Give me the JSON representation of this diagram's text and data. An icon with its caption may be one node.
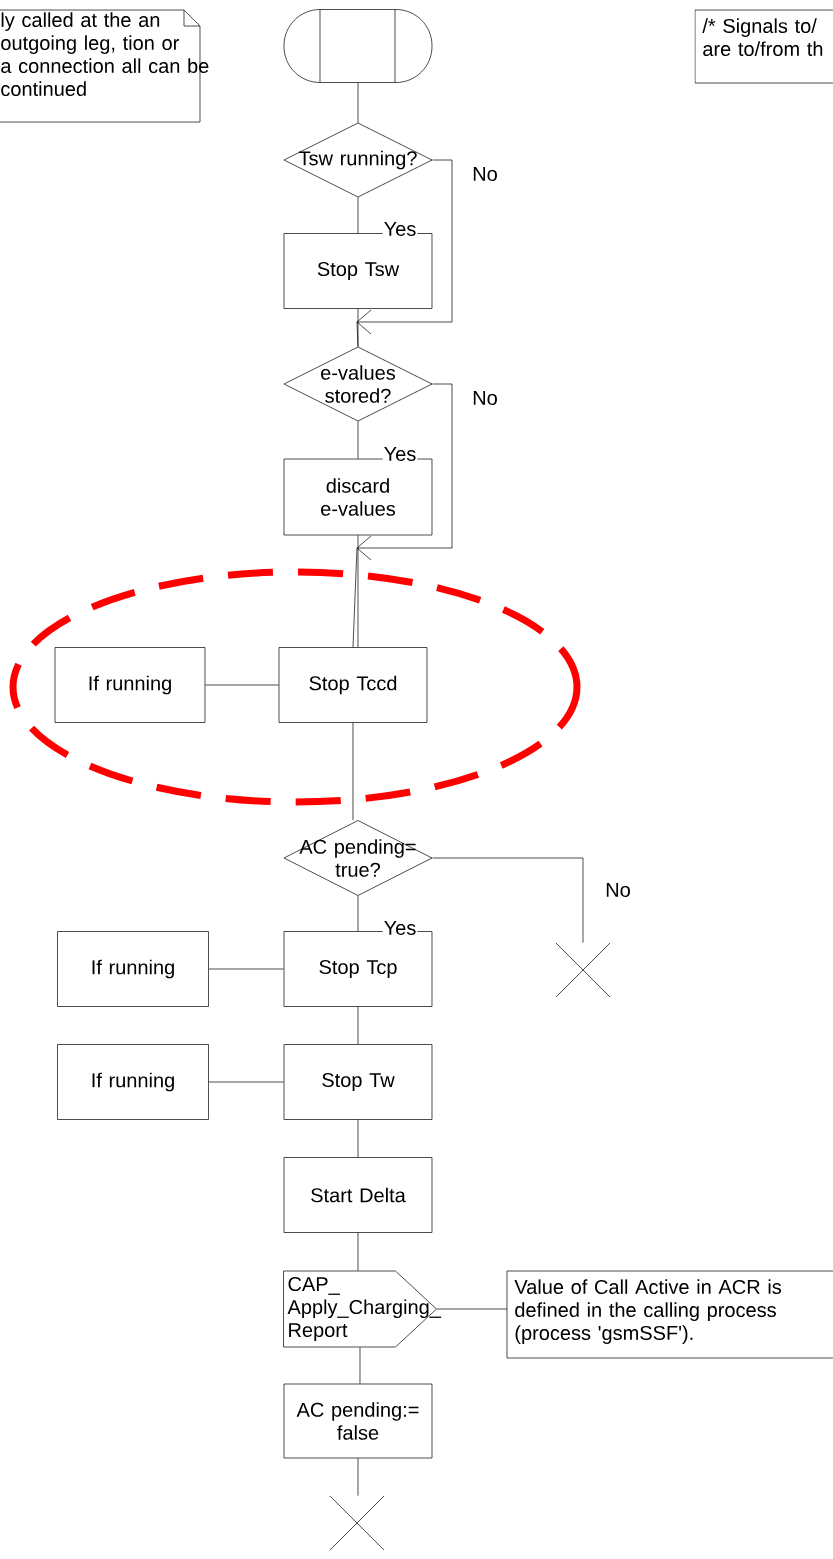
{
  "diagram": {
    "nodes": [
      {
        "text": [
          "ly called at the an outgoing leg, tion or a connection all can be continued"
        ]
      },
      {
        "text": [],
        "shape": "oval"
      },
      {
        "text": [
          "/* Signals to/ are to/from th"
        ]
      },
      {
        "text": [
          "Tsw running?"
        ]
      },
      {
        "text": [
          "Stop Tsw"
        ]
      },
      {
        "text": [
          "e-values stored?"
        ]
      },
      {
        "text": [
          "discard e-values"
        ]
      },
      {
        "text": [
          "If running"
        ]
      },
      {
        "text": [
          "Stop Tccd"
        ]
      },
      {
        "text": [
          "AC pending= true?"
        ]
      },
      {
        "text": [
          "If running"
        ]
      },
      {
        "text": [
          "Stop Tcp"
        ]
      },
      {
        "text": [],
        "shape": "cross"
      },
      {
        "text": [
          "If running"
        ]
      },
      {
        "text": [
          "Stop Tw"
        ]
      },
      {
        "text": [
          "Start Delta"
        ]
      },
      {
        "text": [
          "CAP_ Apply_Charging_ Report"
        ]
      },
      {
        "text": [
          "Value of Call Active in ACR is defined in the calling process (process 'gsmSSF')."
        ]
      },
      {
        "text": [
          "AC pending:= false"
        ]
      },
      {
        "text": [],
        "shape": "cross"
      }
    ],
    "edges": [
      {
        "from": 1,
        "to": 3,
        "arrow": "none"
      },
      {
        "from": 3,
        "to": 4,
        "arrow": "none",
        "label": "Yes"
      },
      {
        "from": 3,
        "to": 5,
        "arrow": "to",
        "label": "No"
      },
      {
        "from": 4,
        "to": 5,
        "arrow": "none"
      },
      {
        "from": 5,
        "to": 6,
        "arrow": "none",
        "label": "Yes"
      },
      {
        "from": 5,
        "to": 8,
        "arrow": "to",
        "label": "No"
      },
      {
        "from": 6,
        "to": 8,
        "arrow": "none"
      },
      {
        "from": 7,
        "to": 8,
        "arrow": "none"
      },
      {
        "from": 8,
        "to": 9,
        "arrow": "none"
      },
      {
        "from": 9,
        "to": 11,
        "arrow": "none",
        "label": "Yes"
      },
      {
        "from": 9,
        "to": 12,
        "arrow": "none",
        "label": "No"
      },
      {
        "from": 10,
        "to": 11,
        "arrow": "none"
      },
      {
        "from": 11,
        "to": 14,
        "arrow": "none"
      },
      {
        "from": 13,
        "to": 14,
        "arrow": "none"
      },
      {
        "from": 14,
        "to": 15,
        "arrow": "none"
      },
      {
        "from": 15,
        "to": 16,
        "arrow": "none"
      },
      {
        "from": 16,
        "to": 17,
        "arrow": "none"
      },
      {
        "from": 16,
        "to": 18,
        "arrow": "none"
      },
      {
        "from": 18,
        "to": 19,
        "arrow": "none"
      }
    ]
  }
}
